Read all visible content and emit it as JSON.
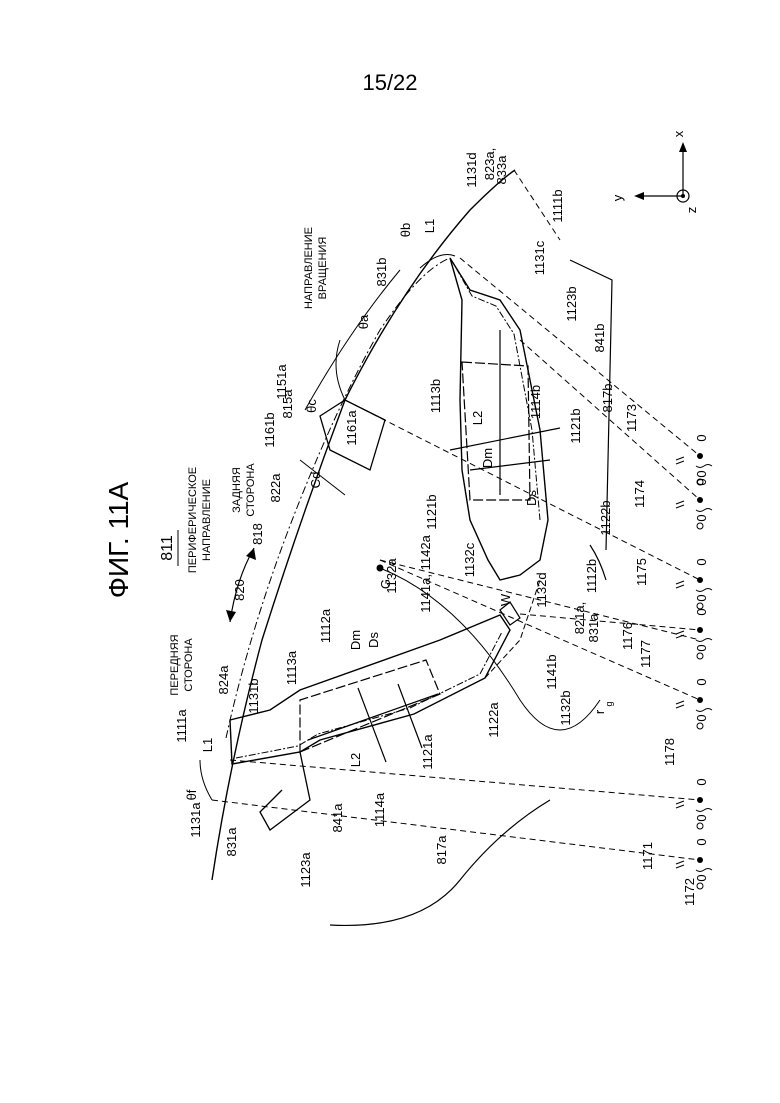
{
  "page_number": "15/22",
  "figure_title": "ФИГ. 11А",
  "figure_number": "811",
  "labels": {
    "front_side": [
      "ПЕРЕДНЯЯ",
      "СТОРОНА"
    ],
    "peripheral_direction": [
      "ПЕРИФЕРИЧЕСКОЕ",
      "НАПРАВЛЕНИЕ"
    ],
    "rear_side": [
      "ЗАДНЯЯ",
      "СТОРОНА"
    ],
    "rotation_direction": [
      "НАПРАВЛЕНИЕ",
      "ВРАЩЕНИЯ"
    ]
  },
  "axes": {
    "x": "x",
    "y": "y",
    "z": "z"
  },
  "refs": {
    "r1111a": "1111a",
    "r1131a": "1131a",
    "r831a": "831a",
    "rL1a": "L1",
    "rthetaf": "θf",
    "r1131b": "1131b",
    "r824a": "824a",
    "r1113a": "1113a",
    "rDm_a": "Dm",
    "rDs_a": "Ds",
    "r1112a": "1112a",
    "r820": "820",
    "r818": "818",
    "r822a": "822a",
    "r1161b": "1161b",
    "r815a": "815a",
    "rCd": "Cd",
    "rthetac": "θc",
    "r1151a": "1151a",
    "r1161a": "1161a",
    "rthetaa": "θa",
    "r831b": "831b",
    "rthetab": "θb",
    "rL1b": "L1",
    "r1131d": "1131d",
    "r823a": "823a,",
    "r833a": "833a",
    "r1111b": "1111b",
    "r1131c": "1131c",
    "r1123b": "1123b",
    "r841b": "841b",
    "r1113b": "1113b",
    "rL2_b": "L2",
    "r1114b": "1114b",
    "rDm_b": "Dm",
    "r1121b_r": "1121b",
    "rDs_b": "Ds",
    "r817b": "817b",
    "r1173": "1173",
    "r1174": "1174",
    "r1122b": "1122b",
    "r1121b_l": "1121b",
    "r1141a": "1141a, 1142a",
    "r1132c": "1132c",
    "r1112b": "1112b",
    "r1175": "1175",
    "rG": "G",
    "r1132a": "1132a",
    "r1132d": "1132d",
    "rW": "W",
    "r821a": "821a,",
    "r831a2": "831a",
    "r1176": "1176",
    "r1177": "1177",
    "r1141b": "1141b",
    "r1132b": "1132b",
    "rrg": "r",
    "rrg_sub": "g",
    "r1178": "1178",
    "r1122a": "1122a",
    "r1121a": "1121a",
    "rL2_a": "L2",
    "r841a": "841a",
    "r1114a": "1114a",
    "r1123a": "1123a",
    "r817a": "817a",
    "r1171": "1171",
    "r1172": "1172",
    "zero1": "0",
    "zero2": "0",
    "zero3": "0",
    "zero4": "0",
    "zero5": "0",
    "zero6": "0",
    "zero7": "0",
    "zero8": "0",
    "zero9": "0",
    "zero10": "0",
    "zero11": "0",
    "zero12": "0",
    "zero13": "0",
    "zero14": "0"
  }
}
